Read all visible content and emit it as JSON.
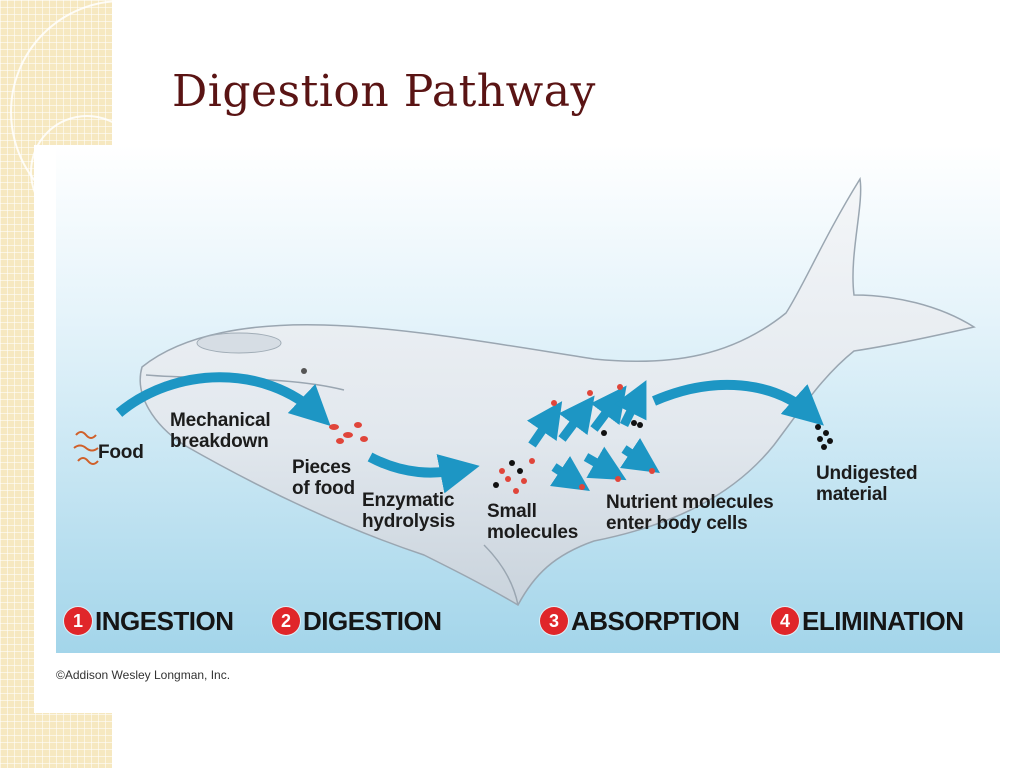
{
  "slide": {
    "title": "Digestion Pathway"
  },
  "figure": {
    "labels": {
      "food": "Food",
      "mechanical_breakdown": "Mechanical breakdown",
      "pieces_of_food": "Pieces of food",
      "enzymatic_hydrolysis": "Enzymatic hydrolysis",
      "small_molecules": "Small molecules",
      "nutrient_molecules": "Nutrient molecules enter body cells",
      "undigested_material": "Undigested material"
    },
    "stages": [
      {
        "number": "1",
        "name": "INGESTION"
      },
      {
        "number": "2",
        "name": "DIGESTION"
      },
      {
        "number": "3",
        "name": "ABSORPTION"
      },
      {
        "number": "4",
        "name": "ELIMINATION"
      }
    ],
    "credit": "©Addison Wesley Longman, Inc."
  },
  "colors": {
    "title": "#5a1414",
    "arrow": "#1d96c4",
    "stage_badge": "#e0262a",
    "water_top": "#ffffff",
    "water_bottom": "#a3d5ea"
  },
  "icons": [
    "whale-illustration",
    "food-squiggle-icon",
    "arrow-icon",
    "molecule-dot-icon"
  ]
}
